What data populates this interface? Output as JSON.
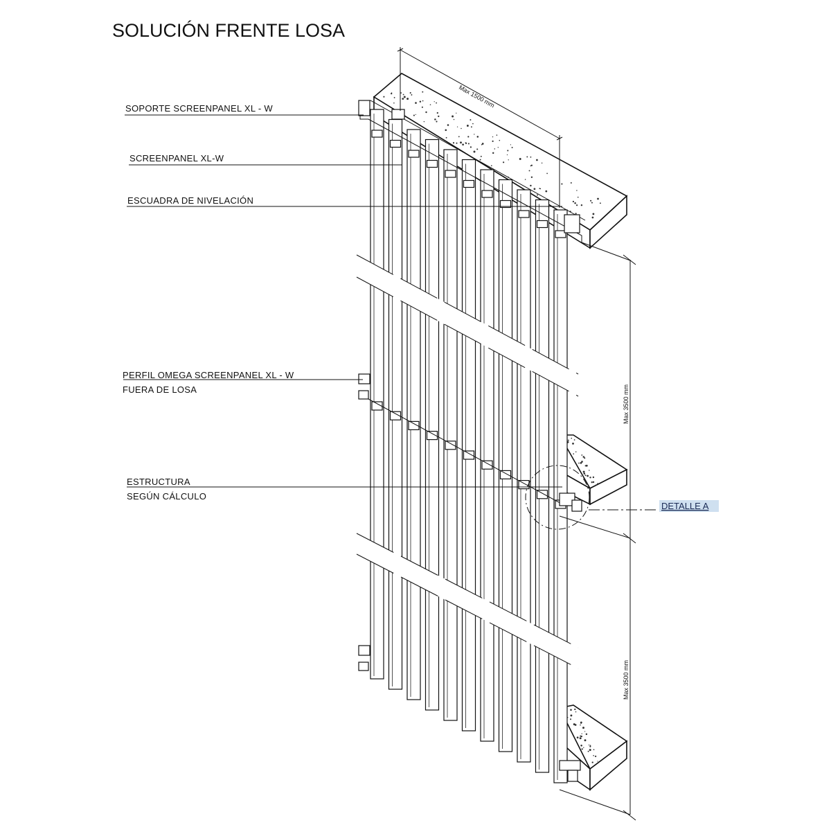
{
  "title": "SOLUCIÓN FRENTE LOSA",
  "labels": {
    "soporte": "SOPORTE SCREENPANEL  XL - W",
    "screenpanel": "SCREENPANEL XL-W",
    "escuadra": "ESCUADRA DE NIVELACIÓN",
    "perfil_line1": "PERFIL OMEGA SCREENPANEL XL - W",
    "perfil_line2": "FUERA DE LOSA",
    "estructura_line1": "ESTRUCTURA",
    "estructura_line2": "SEGÚN CÁLCULO",
    "detalle": "DETALLE A"
  },
  "dimensions": {
    "width": "Max 1500 mm",
    "height_upper": "Max 3500 mm",
    "height_lower": "Max 3500 mm"
  },
  "colors": {
    "line": "#111111",
    "detail_text": "#1a2a55",
    "detail_highlight": "#cfe0f0"
  }
}
